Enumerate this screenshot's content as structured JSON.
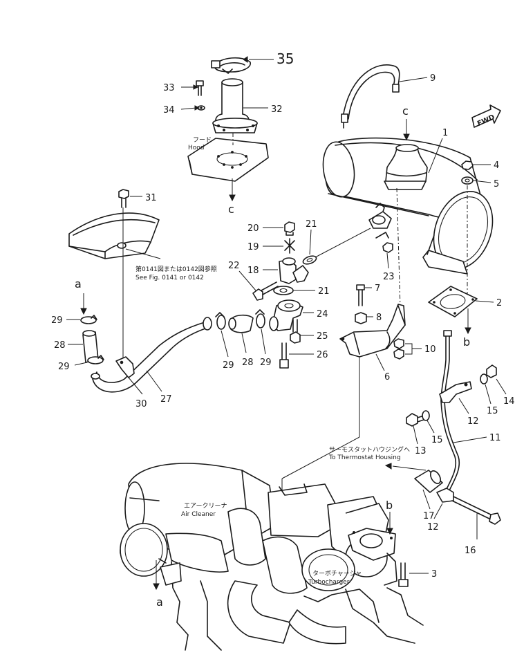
{
  "parts": {
    "p1": "1",
    "p2": "2",
    "p3": "3",
    "p4": "4",
    "p5": "5",
    "p6": "6",
    "p7": "7",
    "p8": "8",
    "p9": "9",
    "p10": "10",
    "p11": "11",
    "p12a": "12",
    "p12b": "12",
    "p13": "13",
    "p14": "14",
    "p15a": "15",
    "p15b": "15",
    "p16": "16",
    "p17": "17",
    "p18": "18",
    "p19": "19",
    "p20": "20",
    "p21a": "21",
    "p21b": "21",
    "p22": "22",
    "p23": "23",
    "p24": "24",
    "p25": "25",
    "p26": "26",
    "p27": "27",
    "p28a": "28",
    "p28b": "28",
    "p29a": "29",
    "p29b": "29",
    "p29c": "29",
    "p29d": "29",
    "p30": "30",
    "p31": "31",
    "p32": "32",
    "p33": "33",
    "p34": "34",
    "p35": "35"
  },
  "refs": {
    "a_top": "a",
    "a_bottom": "a",
    "b_top": "b",
    "b_bottom": "b",
    "c_top": "c",
    "c_bottom": "c"
  },
  "notes": {
    "hood_jp": "フード",
    "hood_en": "Hood",
    "see_fig_jp": "第0141図または0142図参照",
    "see_fig_en": "See Fig. 0141 or 0142",
    "thermo_jp": "サーモスタットハウジングへ",
    "thermo_en": "To Thermostat Housing",
    "air_jp": "エアークリーナ",
    "air_en": "Air Cleaner",
    "turbo_jp": "ターボチャージャ",
    "turbo_en": "Turbocharger",
    "fwd": "FWD"
  }
}
